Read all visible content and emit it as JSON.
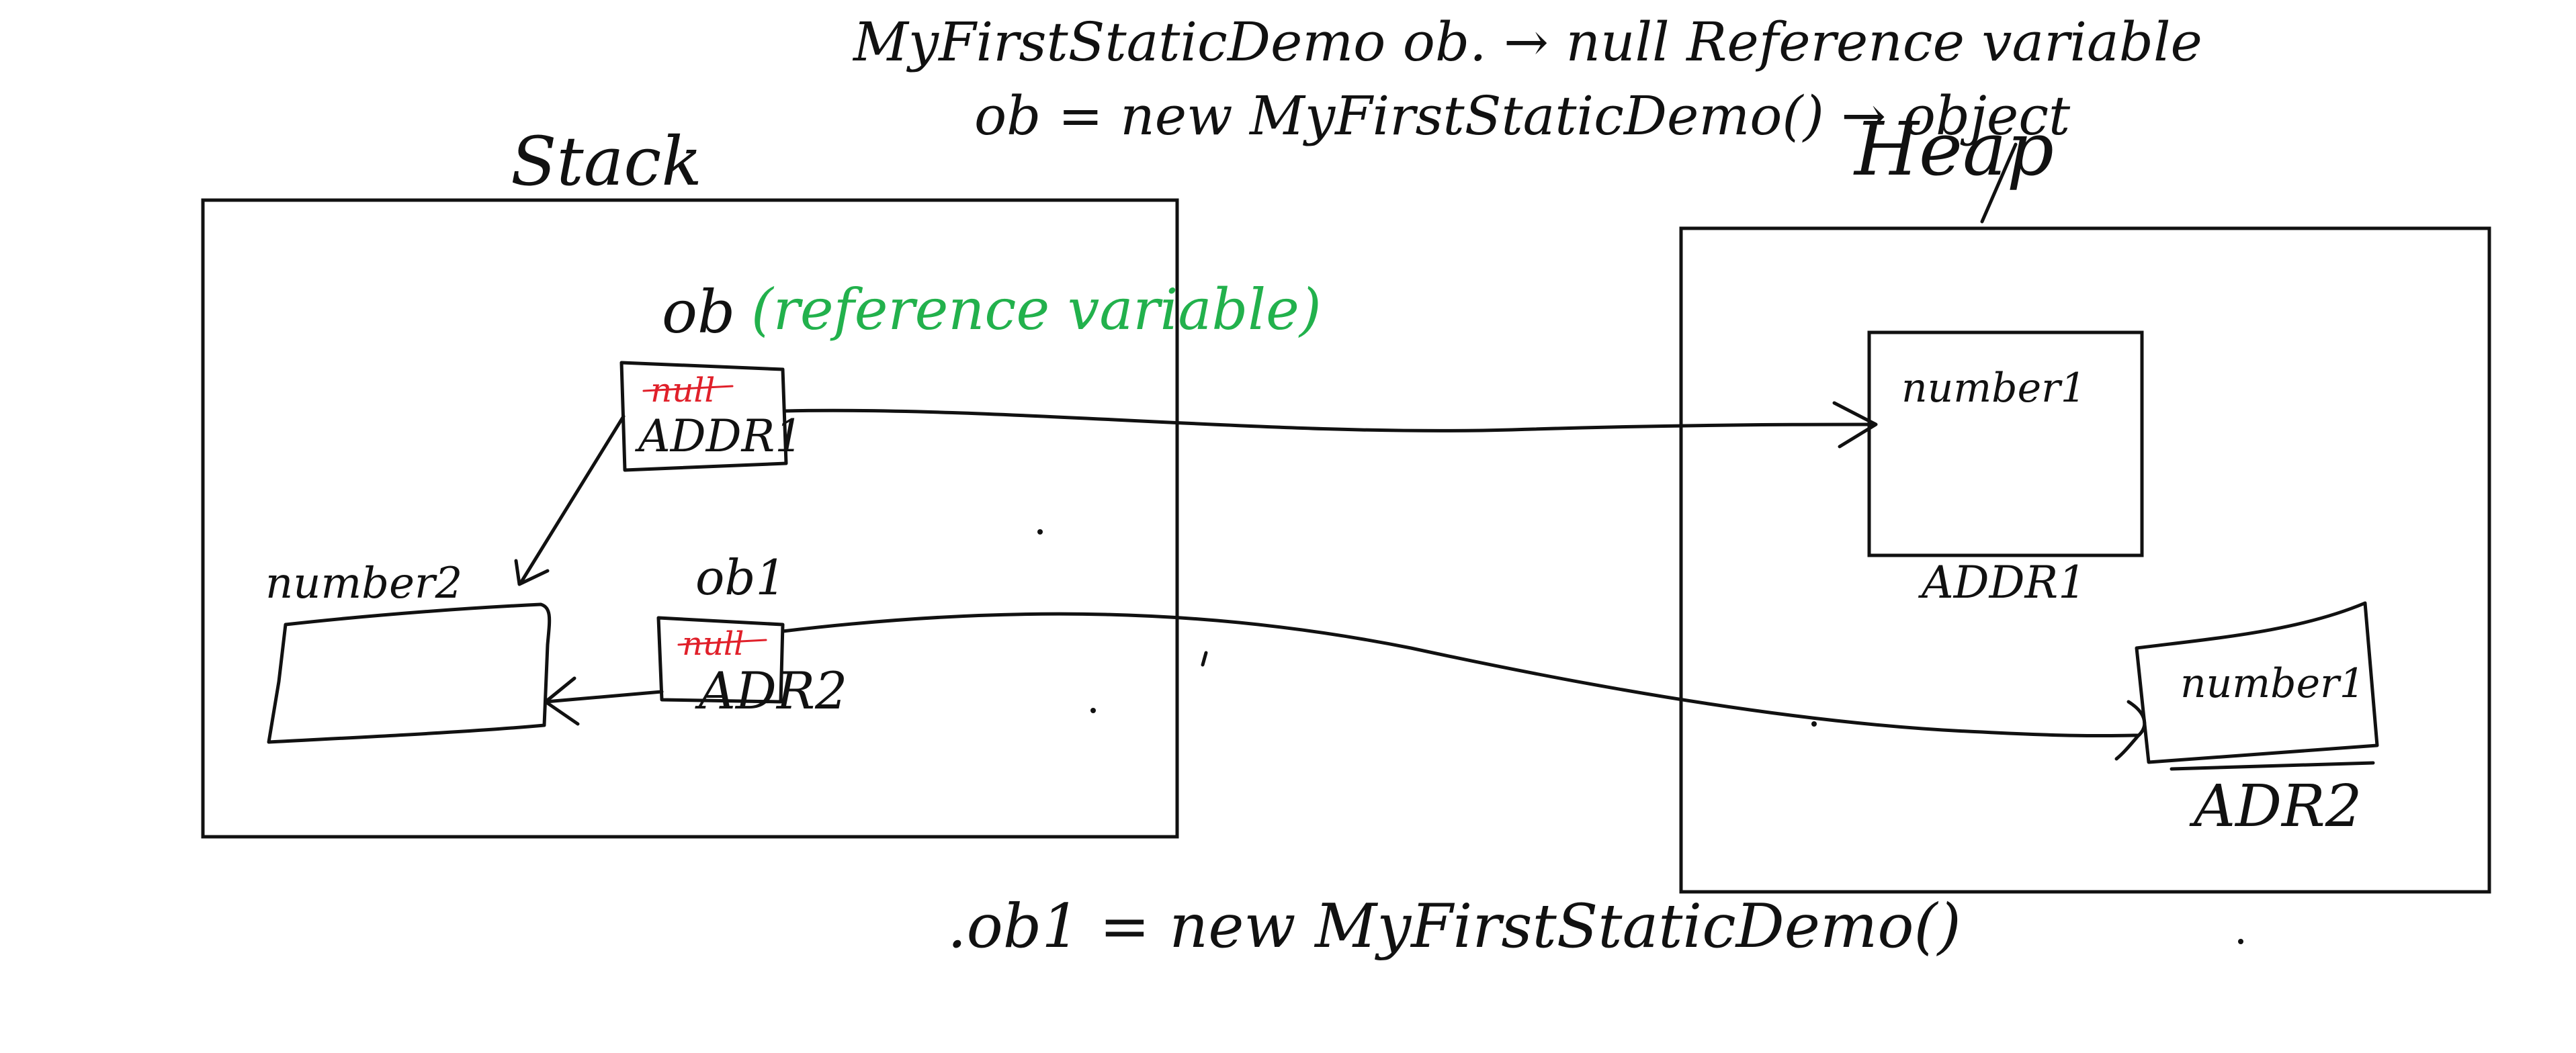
{
  "notes": {
    "line1": "MyFirstStaticDemo ob. → null Reference variable",
    "line2": "ob = new MyFirstStaticDemo() → object",
    "line3": ".ob1 = new MyFirstStaticDemo()"
  },
  "stack": {
    "title": "Stack",
    "ob_label": "ob",
    "ob_annotation": "(reference variable)",
    "ob_old_value": "null",
    "ob_value": "ADDR1",
    "ob1_label": "ob1",
    "ob1_old_value": "null",
    "ob1_value": "ADR2",
    "number2_label": "number2"
  },
  "heap": {
    "title": "Heap",
    "obj1_field": "number1",
    "obj1_address": "ADDR1",
    "obj2_field": "number1",
    "obj2_address": "ADR2"
  },
  "colors": {
    "ink": "#111111",
    "annotation": "#22b14c",
    "crossed_out": "#e0202a"
  }
}
